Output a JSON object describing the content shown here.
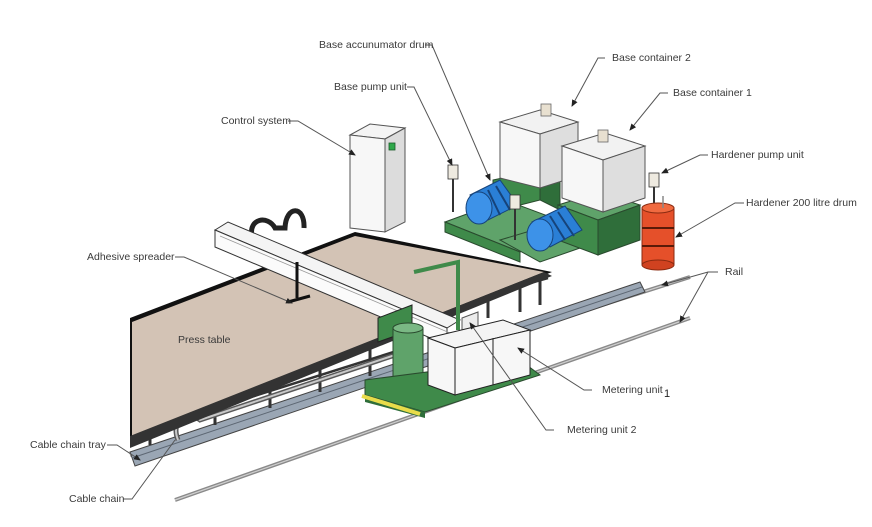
{
  "diagram": {
    "subject": "Adhesive application system layout",
    "labels": {
      "base_accumulator_drum": "Base accunumator drum",
      "base_container_2": "Base container 2",
      "base_pump_unit": "Base pump unit",
      "base_container_1": "Base container 1",
      "control_system": "Control system",
      "hardener_pump_unit": "Hardener pump unit",
      "hardener_drum": "Hardener 200 litre drum",
      "adhesive_spreader": "Adhesive spreader",
      "rail": "Rail",
      "press_table": "Press table",
      "metering_unit_1": "Metering unit",
      "metering_unit_1_number": "1",
      "metering_unit_2": "Metering unit 2",
      "cable_chain_tray": "Cable chain tray",
      "cable_chain": "Cable chain"
    },
    "colors": {
      "machine_green": "#3f8a4a",
      "drum_blue": "#2a7fd6",
      "hardener_orange": "#e5502a",
      "table_top": "#d3c3b5",
      "container_grey": "#ececec",
      "rail_grey": "#8a8a8a",
      "leader_line": "#555555",
      "yellow_guard": "#e8dc4a"
    }
  }
}
